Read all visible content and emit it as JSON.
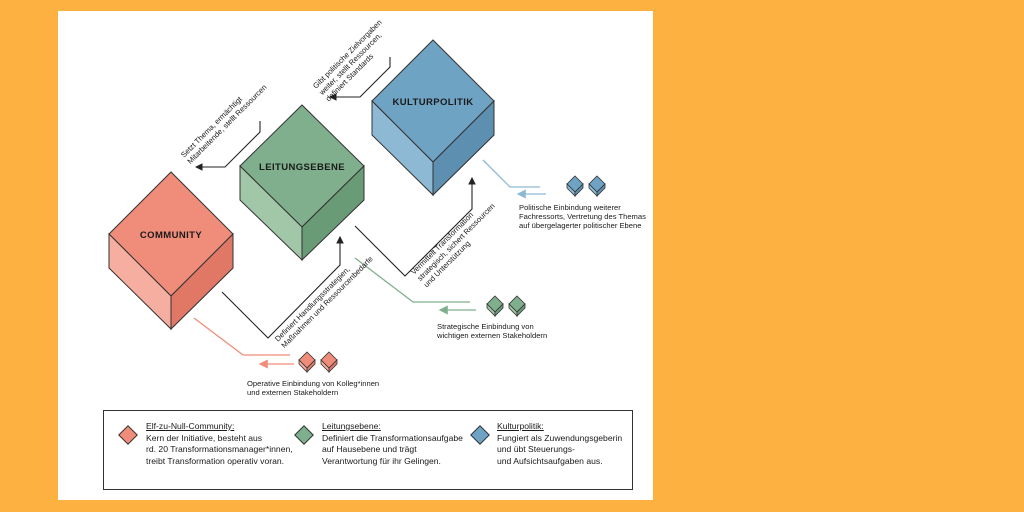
{
  "colors": {
    "background": "#FDB141",
    "community": "#F08C7A",
    "leitung": "#7FAF8C",
    "kultur": "#6FA3C4"
  },
  "cubes": {
    "community": "COMMUNITY",
    "leitung": "LEITUNGSEBENE",
    "kultur": "KULTURPOLITIK"
  },
  "arrows": {
    "top_left": [
      "Setzt Thema, ermächtigt",
      "Mitarbeitende, stellt Ressourcen"
    ],
    "top_right": [
      "Gibt politische Zielvorgaben",
      "weiter, stellt Ressourcen,",
      "definiert Standards"
    ],
    "bottom_left": [
      "Definiert Handlungsstrategien,",
      "Maßnahmen und Ressourcenbedarfe"
    ],
    "bottom_right": [
      "Vermittelt Transformation",
      "strategisch, sichert Ressourcen",
      "und Unterstützung"
    ]
  },
  "stakeholders": {
    "politisch": [
      "Politische Einbindung weiterer",
      "Fachressorts, Vertretung des Themas",
      "auf übergelagerter politischer Ebene"
    ],
    "strategisch": [
      "Strategische Einbindung von",
      "wichtigen externen Stakeholdern"
    ],
    "operativ": [
      "Operative Einbindung von Kolleg*innen",
      "und externen Stakeholdern"
    ]
  },
  "legend": [
    {
      "title": "Elf-zu-Null-Community:",
      "lines": [
        "Kern der Initiative, besteht aus",
        "rd. 20 Transformationsmanager*innen,",
        "treibt Transformation operativ voran."
      ]
    },
    {
      "title": "Leitungsebene:",
      "lines": [
        "Definiert die Transformationsaufgabe",
        "auf Hausebene und trägt",
        "Verantwortung für ihr Gelingen."
      ]
    },
    {
      "title": "Kulturpolitik:",
      "lines": [
        "Fungiert als Zuwendungsgeberin",
        "und übt Steuerungs-",
        "und Aufsichtsaufgaben aus."
      ]
    }
  ]
}
